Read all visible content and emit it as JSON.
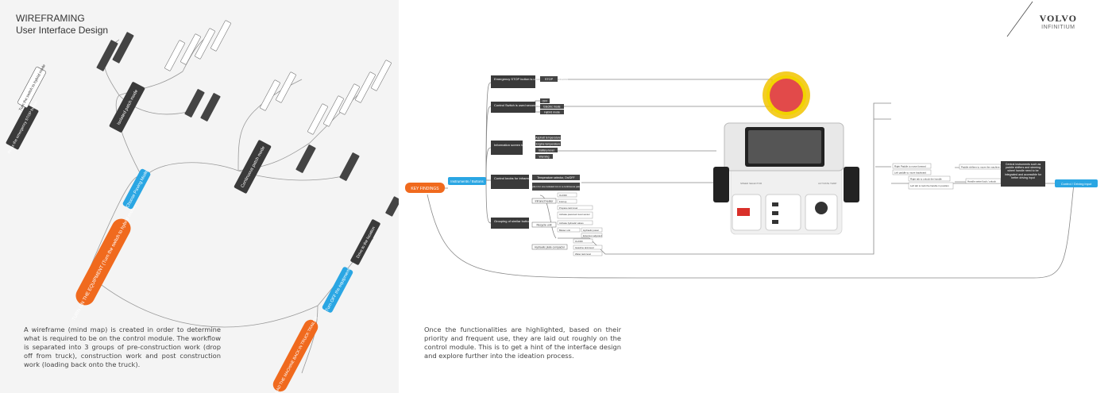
{
  "heading": {
    "line1": "WIREFRAMING",
    "line2": "User Interface Design"
  },
  "brand": {
    "name": "VOLVO",
    "sub": "INFINITIUM"
  },
  "descriptions": {
    "left": "A wireframe (mind map) is created in order to determine what is required to be on the control module. The workflow is separated into 3 groups of pre-construction work (drop off from truck), construction work and post construction work (loading back onto the truck).",
    "right": "Once the functionalities are highlighted, based on their priority and frequent use, they are laid out roughly on the control module. This is to get a hint of the interface design and explore further into the ideation process."
  },
  "mindmap": {
    "center": "TURN ON THE EQUIPMENT (Turn the switch to hybrid mode)",
    "branch_top": "Choose Paving Mode",
    "branch_bottom": "Turn OFF the equipment",
    "branch_load": "LOAD THE MACHINE BACK IN TRUCK TRAILER",
    "node_isolated": "Isolated patch mode",
    "node_continuous": "Continuous patch mode",
    "node_drive": "Drive to the location",
    "node_left": "Press the emergency STOP button",
    "node_left2": "Turn the switch to hybrid mode"
  },
  "findings": {
    "root": "KEY FINDINGS",
    "hub": "Instruments / Buttons",
    "items": [
      {
        "label": "Emergency STOP button is used the most frequently",
        "subs": [
          "STOP"
        ]
      },
      {
        "label": "Control Switch is used second frequently",
        "subs": [
          "OFF",
          "Electric mode",
          "Hybrid mode"
        ]
      },
      {
        "label": "Information screen to provide input",
        "subs": [
          "Asphalt temperature",
          "Engine temperature",
          "Battery level",
          "Warning"
        ]
      },
      {
        "label": "Control knobs for infrared heater and asphalt patching methods",
        "subs": [
          "Temperature selector, On/OFF",
          "Option for one isolated cut or a continuous patch"
        ]
      },
      {
        "label": "Grouping of similar buttons",
        "subs": [
          "Infrared heater",
          "Recycle unit",
          "Hydraulic plate compactor"
        ]
      }
    ],
    "grouping_details": [
      "On/OFF",
      "Fold up",
      "Propane tank level",
      "Activate pavement level sensor",
      "Activate hydraulic valves",
      "Blower unit",
      "Hydraulic power",
      "Extension adjusted",
      "On/OFF",
      "Gasoline tank level",
      "Water tank level"
    ],
    "right_notes": [
      "Right Paddle to move forward",
      "Left paddle to move backward",
      "Right tab to unlock the handle",
      "Left tab to lock the handle in position"
    ],
    "right_mid": [
      "Paddle shifters to move the machine",
      "Handle swivel lock / unlock"
    ],
    "summary": "Central instruments such as paddle shifters and steering wheel handle need to be integrated and accessible for better driving input",
    "output": "Control / Driving input"
  },
  "module": {
    "label_left": "SPEED SELECTOR",
    "label_right": "ACTIVATE TEMP"
  },
  "colors": {
    "orange": "#f06a1e",
    "blue": "#2aa6e3",
    "dark": "#3a3a3a",
    "stop": "#e24a4a"
  }
}
